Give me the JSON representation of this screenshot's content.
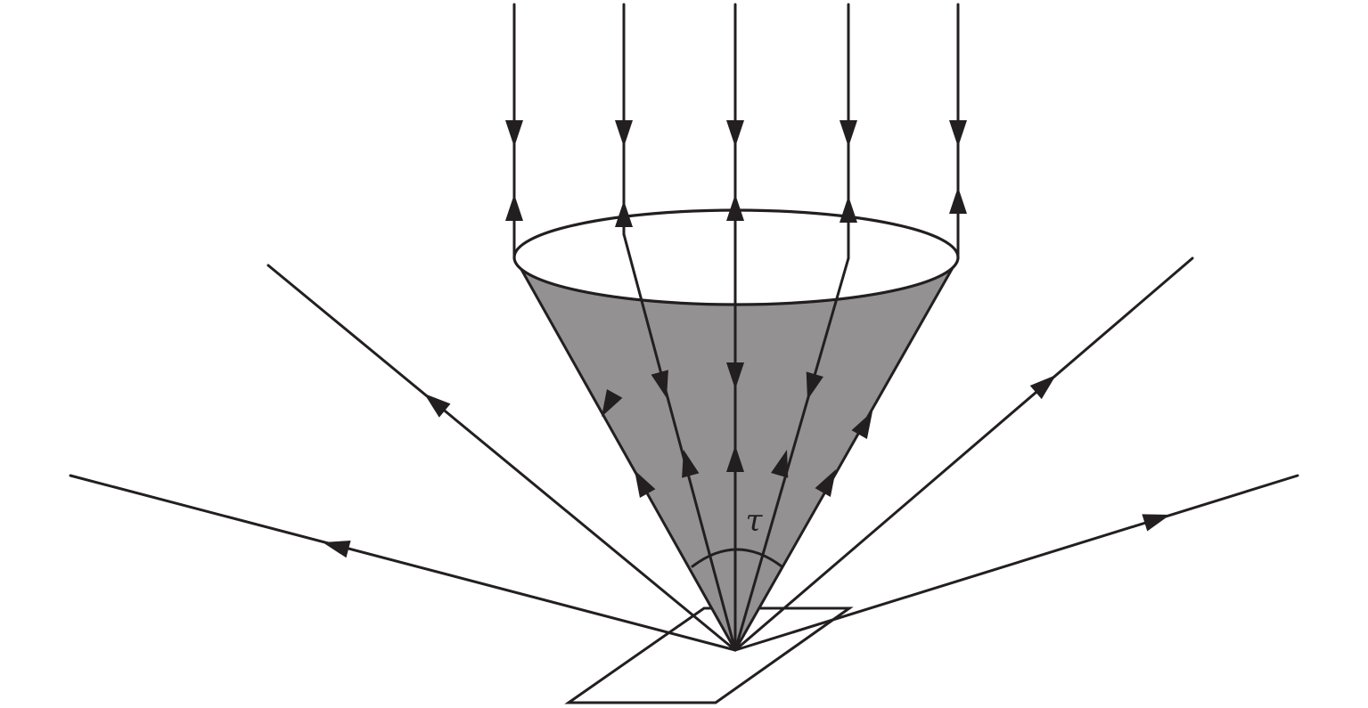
{
  "figure": {
    "angle_label": "τ",
    "colors": {
      "line": "#231f20",
      "cone": "#939192",
      "background": "#ffffff"
    },
    "parts": {
      "incident_rays": 5,
      "cone_rays": 5,
      "outer_scattered_rays": 4
    }
  }
}
